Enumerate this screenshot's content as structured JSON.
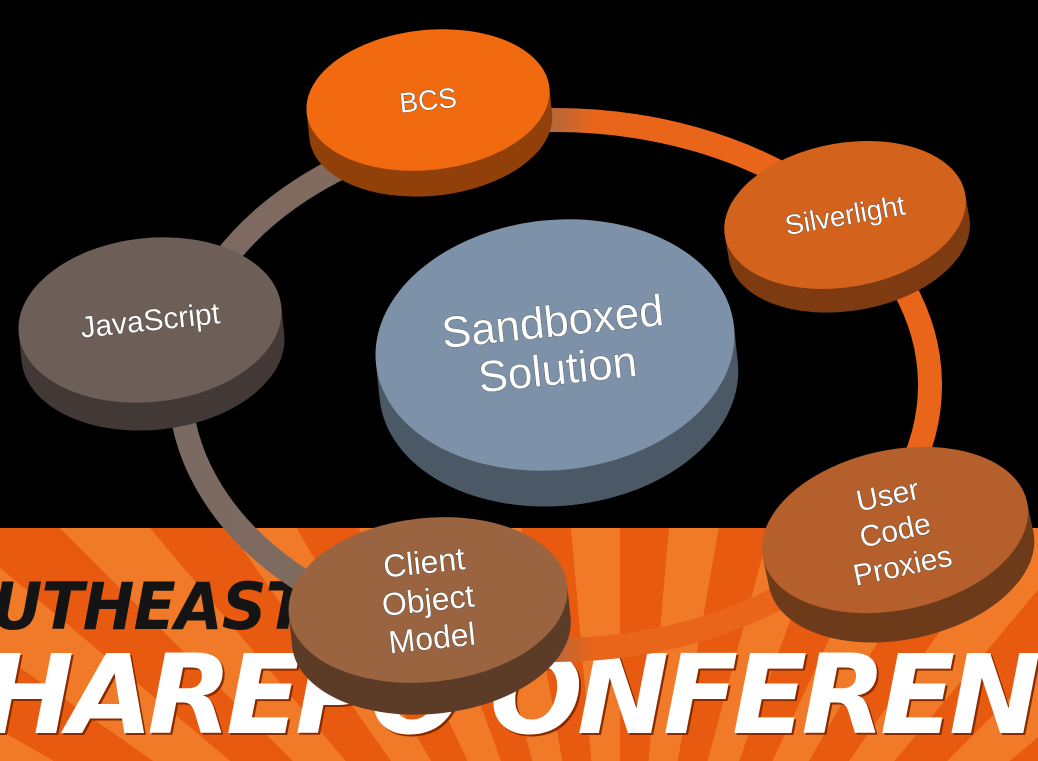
{
  "diagram": {
    "center": {
      "label_lines": [
        "Sandboxed",
        "Solution"
      ],
      "color": "#7d92a8"
    },
    "nodes": [
      {
        "id": "bcs",
        "label_lines": [
          "BCS"
        ],
        "color": "#f26a10"
      },
      {
        "id": "silverlight",
        "label_lines": [
          "Silverlight"
        ],
        "color": "#d2621c"
      },
      {
        "id": "user-code-proxies",
        "label_lines": [
          "User",
          "Code",
          "Proxies"
        ],
        "color": "#b5602c"
      },
      {
        "id": "client-object-model",
        "label_lines": [
          "Client",
          "Object",
          "Model"
        ],
        "color": "#9a6440"
      },
      {
        "id": "javascript",
        "label_lines": [
          "JavaScript"
        ],
        "color": "#6e5e58"
      }
    ],
    "ring_colors": [
      "#e8651a",
      "#7a6a62"
    ]
  },
  "banner": {
    "line1": "UTHEAST",
    "line2": "HAREPO  ONFERENC",
    "colors": {
      "background": "#e85a10",
      "text": "#ffffff",
      "dark_text": "#141414"
    }
  }
}
